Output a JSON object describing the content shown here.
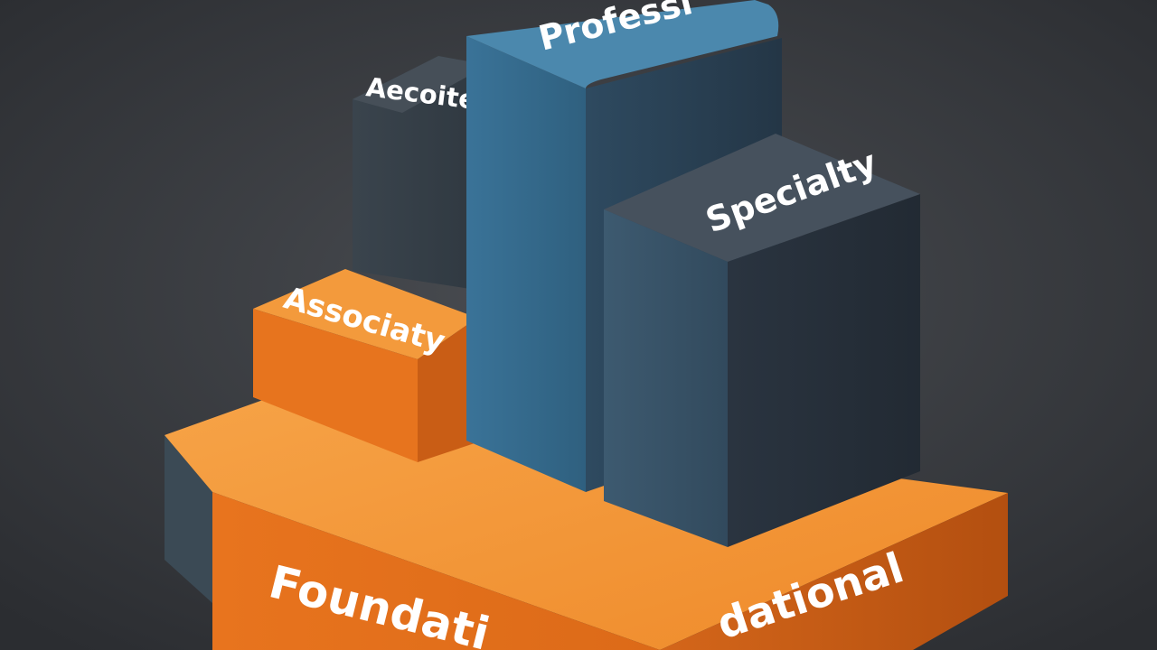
{
  "blocks": {
    "foundational": {
      "label_left": "Foundati",
      "label_right": "dational",
      "color": "#f08a2a"
    },
    "associate_small": {
      "label": "Associaty",
      "color": "#ef8a2c"
    },
    "associate_back": {
      "label": "Aecoite",
      "color": "#3c4750"
    },
    "professional": {
      "label": "Professi",
      "color": "#3e7598"
    },
    "specialty": {
      "label": "Specialty",
      "color": "#344453"
    }
  }
}
